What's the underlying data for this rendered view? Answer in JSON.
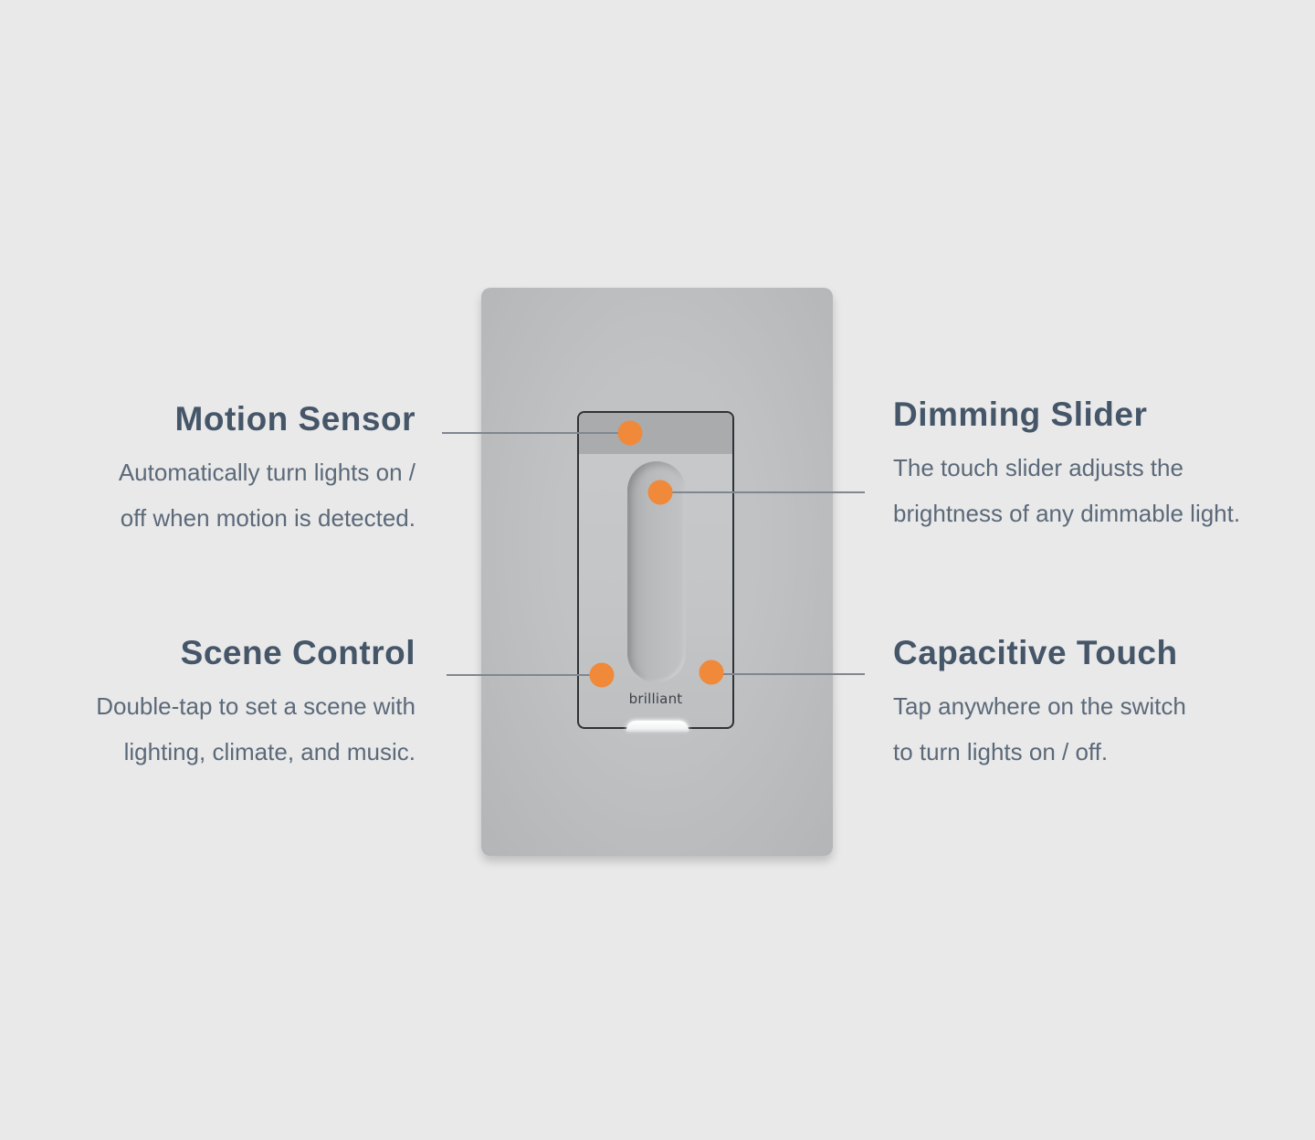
{
  "brand": "brilliant",
  "accent_color": "#f0893a",
  "features": [
    {
      "id": "motion-sensor",
      "title": "Motion Sensor",
      "lines": [
        "Automatically turn lights on /",
        "off when motion is detected."
      ]
    },
    {
      "id": "scene-control",
      "title": "Scene Control",
      "lines": [
        "Double-tap to set a scene with",
        "lighting, climate, and music."
      ]
    },
    {
      "id": "dimming-slider",
      "title": "Dimming Slider",
      "lines": [
        "The touch slider adjusts the",
        "brightness of any dimmable light."
      ]
    },
    {
      "id": "capacitive-touch",
      "title": "Capacitive Touch",
      "lines": [
        "Tap anywhere on the switch",
        "to turn lights on / off."
      ]
    }
  ]
}
